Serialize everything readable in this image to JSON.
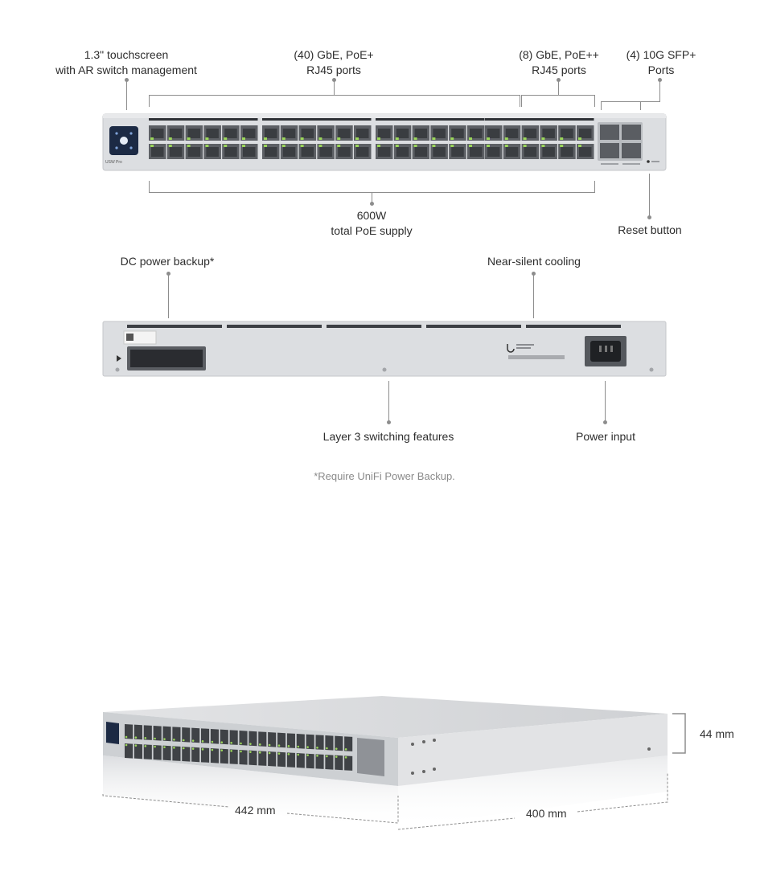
{
  "front": {
    "touchscreen_label": [
      "1.3\" touchscreen",
      "with AR switch management"
    ],
    "gbe_poe_plus_label": [
      "(40) GbE, PoE+",
      "RJ45 ports"
    ],
    "gbe_poe_plusplus_label": [
      "(8) GbE, PoE++",
      "RJ45 ports"
    ],
    "sfp_label": [
      "(4) 10G SFP+",
      "Ports"
    ],
    "poe_supply_label": [
      "600W",
      "total PoE supply"
    ],
    "reset_label": "Reset button",
    "model_text": "USW Pro"
  },
  "back": {
    "dc_backup_label": "DC power backup*",
    "cooling_label": "Near-silent cooling",
    "layer3_label": "Layer 3 switching features",
    "power_input_label": "Power input",
    "footnote": "*Require UniFi Power Backup."
  },
  "dimensions": {
    "height": "44 mm",
    "width": "442 mm",
    "depth": "400 mm"
  },
  "colors": {
    "chassis": "#dcdee1",
    "port_led": "#9bd65a",
    "screen": "#1c2a44",
    "line": "#8d8d8d"
  }
}
